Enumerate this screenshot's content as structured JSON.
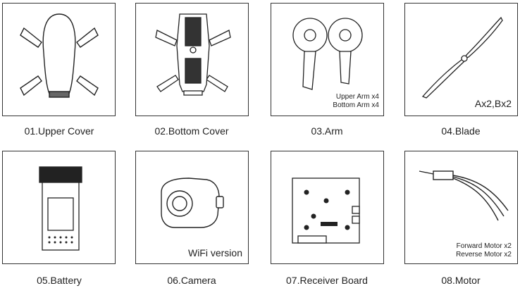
{
  "parts": [
    {
      "id": "01",
      "caption": "01.Upper Cover",
      "note_lines": []
    },
    {
      "id": "02",
      "caption": "02.Bottom Cover",
      "note_lines": []
    },
    {
      "id": "03",
      "caption": "03.Arm",
      "note_lines": [
        "Upper Arm x4",
        "Bottom Arm x4"
      ]
    },
    {
      "id": "04",
      "caption": "04.Blade",
      "note_lines": [
        "Ax2,Bx2"
      ]
    },
    {
      "id": "05",
      "caption": "05.Battery",
      "note_lines": []
    },
    {
      "id": "06",
      "caption": "06.Camera",
      "note_lines": [
        "WiFi version"
      ]
    },
    {
      "id": "07",
      "caption": "07.Receiver Board",
      "note_lines": []
    },
    {
      "id": "08",
      "caption": "08.Motor",
      "note_lines": [
        "Forward Motor x2",
        "Reverse Motor x2"
      ]
    }
  ]
}
